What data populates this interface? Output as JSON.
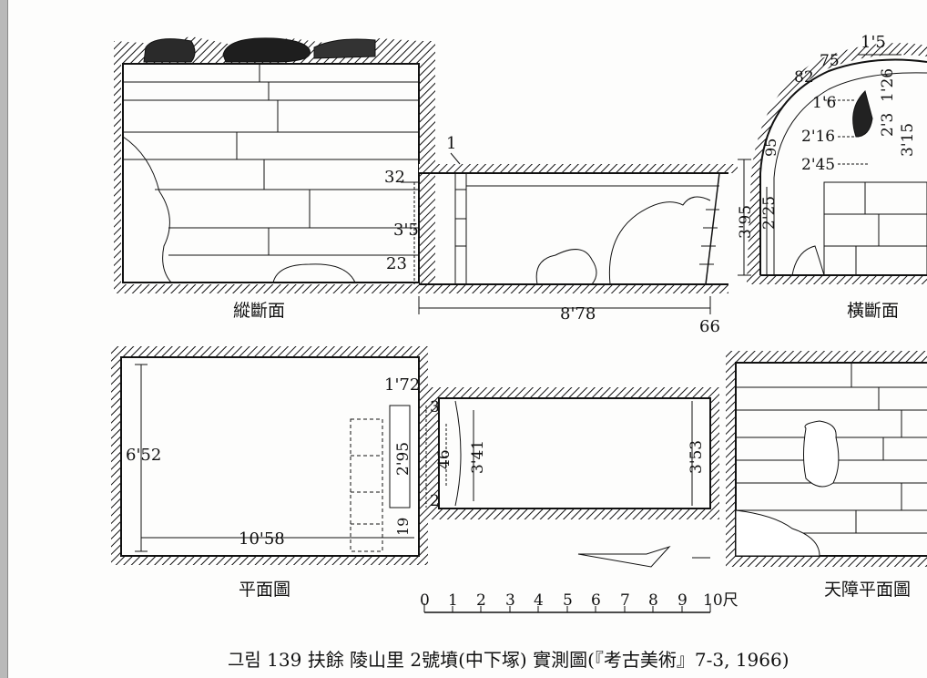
{
  "labels": {
    "longitudinal_section": "縱斷面",
    "cross_section": "橫斷面",
    "plan": "平面圖",
    "ceiling_plan": "天障平面圖"
  },
  "dimensions": {
    "long_1": "1",
    "long_32": "32",
    "long_35": "3'5",
    "long_23": "23",
    "long_878": "8'78",
    "long_66": "66",
    "cross_15": "1'5",
    "cross_75": "75",
    "cross_82": "82",
    "cross_126": "1'26",
    "cross_16": "1'6",
    "cross_23": "2'3",
    "cross_315": "3'15",
    "cross_216": "2'16",
    "cross_95": "95",
    "cross_245": "2'45",
    "cross_395": "3'95",
    "cross_225": "2'25",
    "plan_172": "1'72",
    "plan_652": "6'52",
    "plan_3": "3",
    "plan_295": "2'95",
    "plan_46": "46",
    "plan_341": "3'41",
    "plan_353": "3'53",
    "plan_2": "2",
    "plan_19": "19",
    "plan_1058": "10'58"
  },
  "scale": {
    "ticks": [
      "0",
      "1",
      "2",
      "3",
      "4",
      "5",
      "6",
      "7",
      "8",
      "9",
      "10尺"
    ]
  },
  "caption": "그림 139   扶餘  陵山里  2號墳(中下塚) 實測圖(『考古美術』7-3, 1966)"
}
